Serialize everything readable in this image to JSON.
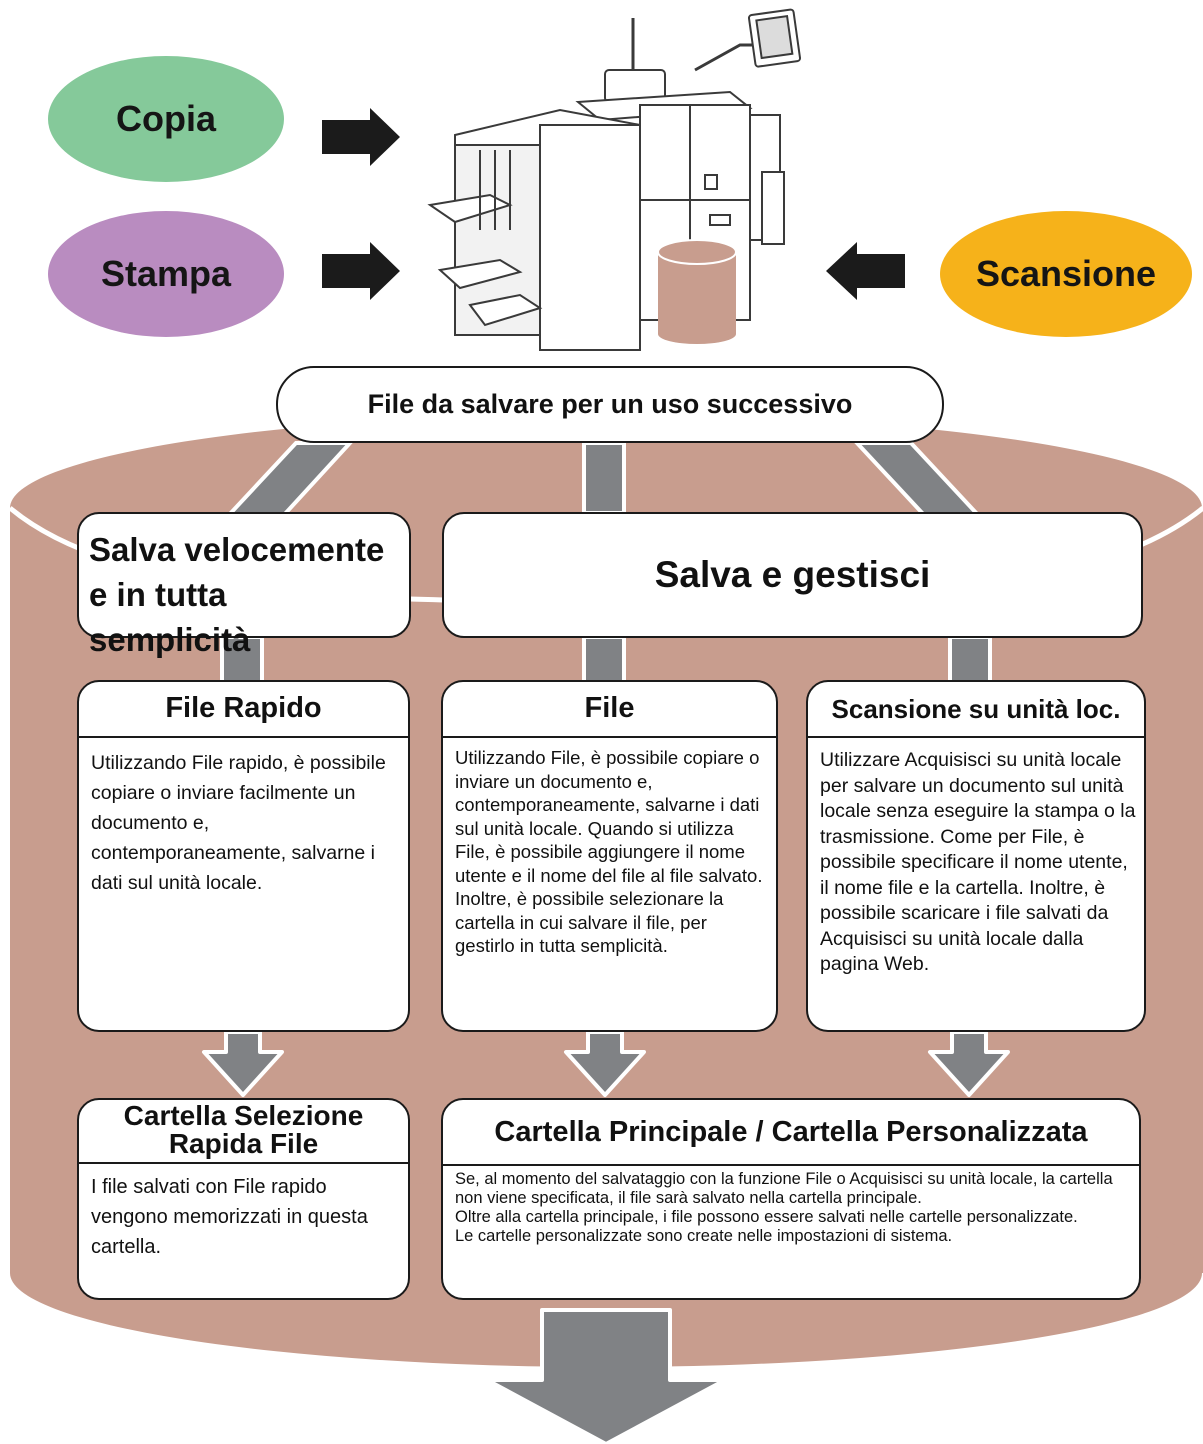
{
  "functions": {
    "copy": "Copia",
    "print": "Stampa",
    "scan": "Scansione"
  },
  "storage_label": "File da salvare per un uso successivo",
  "categories": {
    "quick": "Salva velocemente e in tutta semplicità",
    "manage": "Salva e gestisci"
  },
  "modes": {
    "quick_file": {
      "title": "File Rapido",
      "text": "Utilizzando File rapido, è possibile copiare o inviare facilmente un documento e, contemporaneamente, salvarne i dati sul unità locale."
    },
    "file": {
      "title": "File",
      "text": "Utilizzando File, è possibile copiare o inviare un documento e, contemporaneamente, salvarne i dati sul unità locale. Quando si utilizza File, è possibile aggiungere il nome utente e il nome del file al file salvato. Inoltre, è possibile selezionare la cartella in cui salvare il file, per gestirlo in tutta semplicità."
    },
    "scan_local": {
      "title": "Scansione su unità loc.",
      "text": "Utilizzare Acquisisci su unità locale per salvare un documento sul unità locale senza eseguire la stampa o la trasmissione. Come per File, è possibile specificare il nome utente, il nome file e la cartella. Inoltre, è possibile scaricare i file salvati da Acquisisci su unità locale dalla pagina Web."
    }
  },
  "folders": {
    "quick": {
      "title": "Cartella Selezione Rapida File",
      "text": "I file salvati con File rapido vengono memorizzati in questa cartella."
    },
    "main": {
      "title": "Cartella Principale / Cartella Personalizzata",
      "lines": [
        "Se, al momento del salvataggio con la funzione File o Acquisisci su unità locale, la cartella non viene specificata, il file sarà salvato nella cartella principale.",
        "Oltre alla cartella principale, i file possono essere salvati nelle cartelle personalizzate.",
        "Le cartelle personalizzate sono create nelle impostazioni di sistema."
      ]
    }
  },
  "colors": {
    "copy_oval": "#85c99a",
    "print_oval": "#b98cc0",
    "scan_oval": "#f6b21a",
    "storage": "#c89d8e",
    "connector": "#808285",
    "arrow_dark": "#1b1b1b"
  },
  "icons": [
    "mfp-printer-icon",
    "storage-cylinder-icon"
  ]
}
